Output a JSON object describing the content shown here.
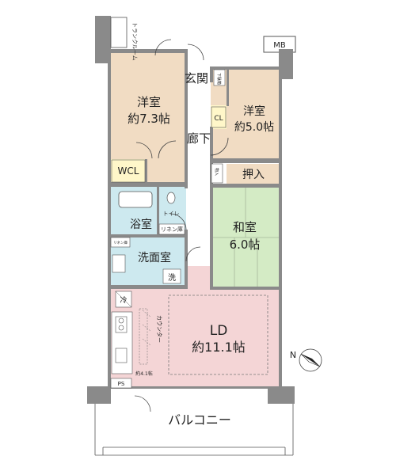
{
  "rooms": {
    "western_room_1": {
      "name": "洋室",
      "size": "約7.3帖"
    },
    "western_room_2": {
      "name": "洋室",
      "size": "約5.0帖"
    },
    "japanese_room": {
      "name": "和室",
      "size": "6.0帖"
    },
    "living_dining": {
      "name": "LD",
      "size": "約11.1帖"
    },
    "bath": "浴室",
    "washroom": "洗面室",
    "toilet": "トイレ",
    "entrance": "玄関",
    "hallway": "廊下",
    "wcl": "WCL",
    "cl": "CL",
    "closet": "押入",
    "balcony": "バルコニー"
  },
  "labels": {
    "mb": "MB",
    "trunk_room": "トランクルーム",
    "shoe_box": "下駄箱",
    "storage": "物入",
    "linen": "リネン庫",
    "linen_small": "リネン庫",
    "wash_machine": "洗",
    "fridge": "冷",
    "counter": "カウンター",
    "kitchen_size": "約4.1帖",
    "ps": "PS",
    "north": "N"
  },
  "colors": {
    "western": "#f1dcc3",
    "japanese": "#d4ebc5",
    "wet_area": "#cde9ef",
    "living": "#f4d5d6",
    "storage": "#fff7c9",
    "wall": "#8a8a8a"
  }
}
